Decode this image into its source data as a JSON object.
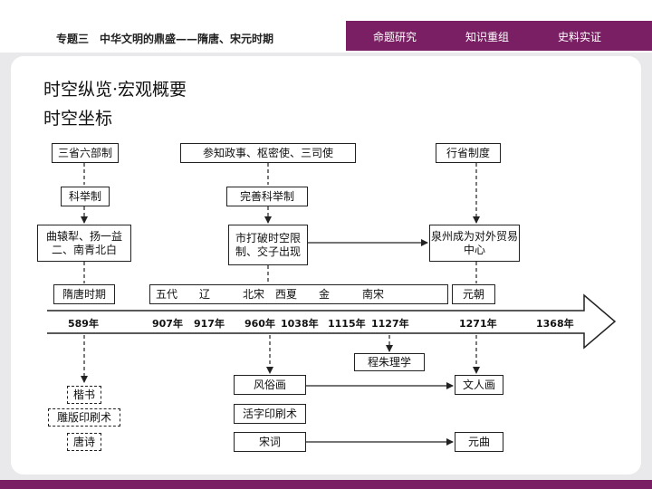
{
  "header": {
    "title": "专题三　中华文明的鼎盛——隋唐、宋元时期",
    "tabs": [
      "命题研究",
      "知识重组",
      "史料实证"
    ]
  },
  "headings": {
    "main": "时空纵览·宏观概要",
    "sub": "时空坐标"
  },
  "diagram": {
    "top_boxes": {
      "sansheng": "三省六部制",
      "keju": "科举制",
      "quyuan": "曲辕犁、扬一益二、南青北白",
      "canzhi": "参知政事、枢密使、三司使",
      "wanshan": "完善科举制",
      "shida": "市打破时空限制、交子出现",
      "xingsheng": "行省制度",
      "quanzhou": "泉州成为对外贸易中心"
    },
    "period_boxes": {
      "suitang": "隋唐时期",
      "song_period": "五代　　辽　　　北宋　西夏　　金　　　南宋",
      "yuan": "元朝"
    },
    "years": [
      "589年",
      "907年",
      "917年",
      "960年",
      "1038年",
      "1115年",
      "1127年",
      "1271年",
      "1368年"
    ],
    "bottom_boxes": {
      "chengzhu": "程朱理学",
      "kaishu": "楷书",
      "diaoban": "雕版印刷术",
      "tangshi": "唐诗",
      "fengsu": "风俗画",
      "huozi": "活字印刷术",
      "songci": "宋词",
      "wenren": "文人画",
      "yuanqu": "元曲"
    }
  },
  "colors": {
    "accent": "#7a1f63",
    "background": "#e9e9ec"
  }
}
